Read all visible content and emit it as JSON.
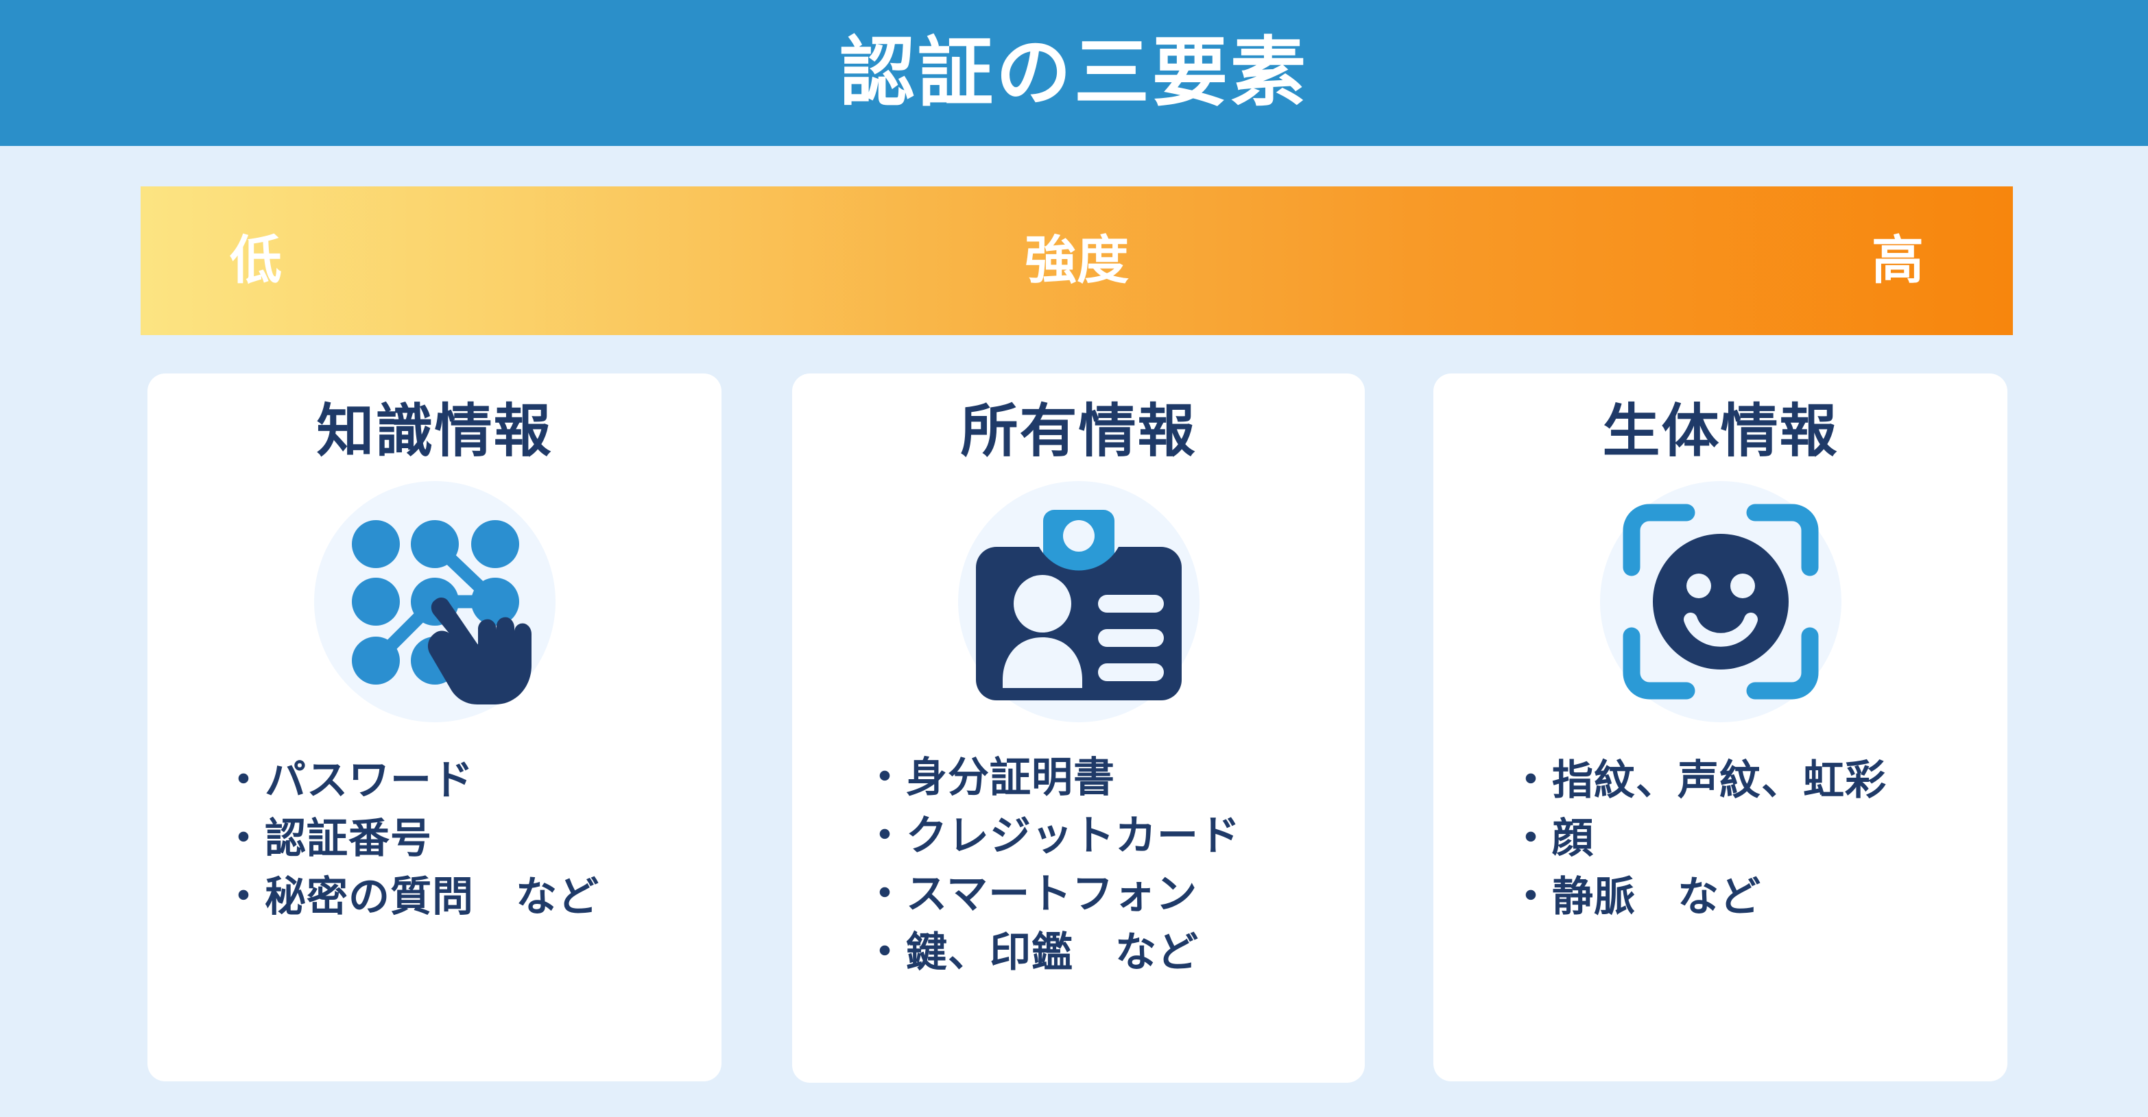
{
  "header": {
    "title": "認証の三要素",
    "bg_color": "#2b8fc9"
  },
  "strength_bar": {
    "low_label": "低",
    "mid_label": "強度",
    "high_label": "高",
    "gradient_from": "#fce482",
    "gradient_to": "#f7860d"
  },
  "page": {
    "background_color": "#e3effb",
    "card_background": "#ffffff",
    "text_color": "#1f3a68",
    "accent_blue": "#2b8fd0",
    "icon_circle_bg": "#eff6fe"
  },
  "cards": [
    {
      "title": "知識情報",
      "icon": "pattern-lock-icon",
      "items": [
        "・パスワード",
        "・認証番号",
        "・秘密の質問　など"
      ]
    },
    {
      "title": "所有情報",
      "icon": "id-badge-icon",
      "items": [
        "・身分証明書",
        "・クレジットカード",
        "・スマートフォン",
        "・鍵、印鑑　など"
      ]
    },
    {
      "title": "生体情報",
      "icon": "face-scan-icon",
      "items": [
        "・指紋、声紋、虹彩",
        "・顔",
        "・静脈　など"
      ]
    }
  ]
}
